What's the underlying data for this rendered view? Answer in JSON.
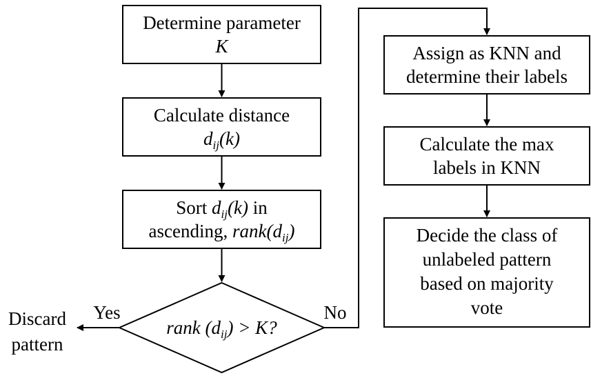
{
  "nodes": {
    "determine": {
      "line1": "Determine parameter",
      "line2": "K"
    },
    "calc_distance": {
      "line1": "Calculate distance",
      "d": "d",
      "sub": "ij",
      "args": "(k)"
    },
    "sort": {
      "pre": "Sort ",
      "d": "d",
      "sub": "ij",
      "args": "(k)",
      "post": " in",
      "line2_pre": "ascending, ",
      "rank": "rank(d",
      "sub2": "ij",
      "close": ")"
    },
    "decision": {
      "rank": "rank (d",
      "sub": "ij",
      "close": ") > K?"
    },
    "assign": {
      "line1": "Assign as KNN and",
      "line2": "determine their labels"
    },
    "max_labels": {
      "line1": "Calculate the max",
      "line2": "labels in KNN"
    },
    "decide": {
      "line1": "Decide the class of",
      "line2": "unlabeled pattern",
      "line3": "based on majority",
      "line4": "vote"
    },
    "discard": {
      "line1": "Discard",
      "line2": "pattern"
    }
  },
  "edges": {
    "yes": "Yes",
    "no": "No"
  }
}
